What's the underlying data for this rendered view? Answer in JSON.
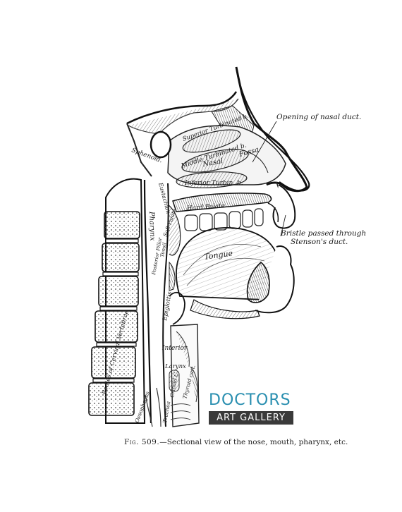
{
  "figure": {
    "caption_fig": "Fig. 509.",
    "caption_text": "—Sectional view of the nose, mouth, pharynx, etc."
  },
  "callouts": {
    "nasal_duct": "Opening of nasal duct.",
    "bristle_line1": "Bristle passed through",
    "bristle_line2": "Stenson's duct."
  },
  "labels": {
    "sphenoid": "Sphenoid.",
    "superior_turbinated": "Superior Turbinated b.",
    "middle_turbinated": "Middle Turbinated b.",
    "nasal": "Nasal",
    "fossa": "Fossa",
    "inferior_turbin": "Inferior Turbin. b.",
    "eustachian": "Eustachian",
    "hard_palate": "Hard Palate",
    "soft_palate": "Soft Palate",
    "pharynx": "Pharynx",
    "tongue": "Tongue",
    "posterior_pillar": "Posterior Pillar",
    "tonsil": "Tonsil",
    "epiglottis": "Epiglottis",
    "interior_larynx": "Interior",
    "larynx": "Larynx",
    "cricoid": "Cricoid C.",
    "thyroid_cart": "Thyroid cart.",
    "trachea": "Trachea",
    "oesophagus": "Oesophagus",
    "bodies_cervical": "Bodies of Cervical Vertebrae"
  },
  "watermark": {
    "top": "DOCTORS",
    "bottom": "ART GALLERY"
  }
}
